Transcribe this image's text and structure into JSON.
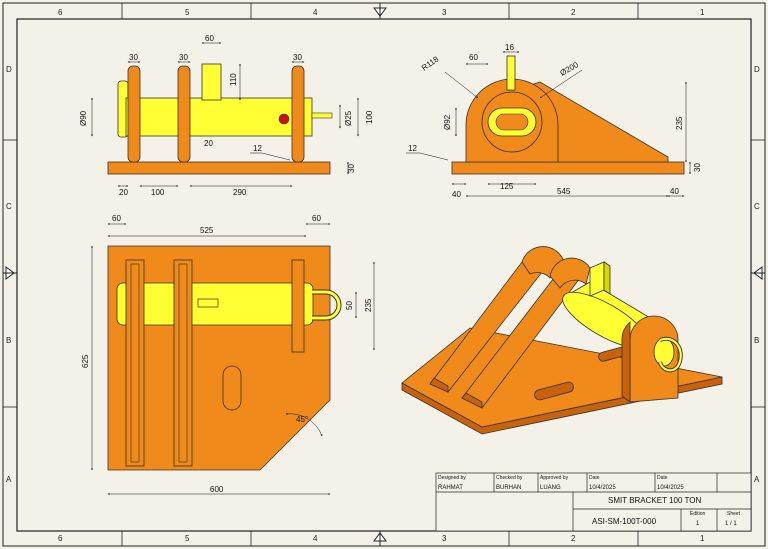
{
  "border": {
    "top_zones": [
      "6",
      "5",
      "4",
      "3",
      "2",
      "1"
    ],
    "bottom_zones": [
      "6",
      "5",
      "4",
      "3",
      "2",
      "1"
    ],
    "left_zones": [
      "D",
      "C",
      "B",
      "A"
    ],
    "right_zones": [
      "D",
      "C",
      "B",
      "A"
    ]
  },
  "views": {
    "front": {
      "dims": [
        "60",
        "30",
        "30",
        "30",
        "110",
        "Ø90",
        "Ø25",
        "100",
        "20",
        "12",
        "30",
        "20",
        "100",
        "290"
      ]
    },
    "side": {
      "dims": [
        "60",
        "16",
        "R118",
        "Ø200",
        "Ø92",
        "235",
        "12",
        "30",
        "40",
        "125",
        "545",
        "40"
      ]
    },
    "top": {
      "dims": [
        "60",
        "525",
        "60",
        "50",
        "235",
        "625",
        "45°",
        "600"
      ]
    }
  },
  "title_block": {
    "designed_by_label": "Designed by",
    "designed_by": "RAHMAT",
    "checked_by_label": "Checked by",
    "checked_by": "BURHAN",
    "approved_by_label": "Approved by",
    "approved_by": "LUANG",
    "date1_label": "Date",
    "date1": "10/4/2025",
    "date2_label": "Date",
    "date2": "10/4/2025",
    "title": "SMIT BRACKET 100 TON",
    "drawing_number": "ASI-SM-100T-000",
    "edition_label": "Edition",
    "edition": "1",
    "sheet_label": "Sheet",
    "sheet": "1 / 1"
  },
  "colors": {
    "paper": "#f4f1e8",
    "frame": "#222222",
    "orange": "#f08a1a",
    "orange_dark": "#c9620c",
    "yellow": "#ffff33",
    "yellow_dark": "#d9d900",
    "red": "#cc1111"
  }
}
